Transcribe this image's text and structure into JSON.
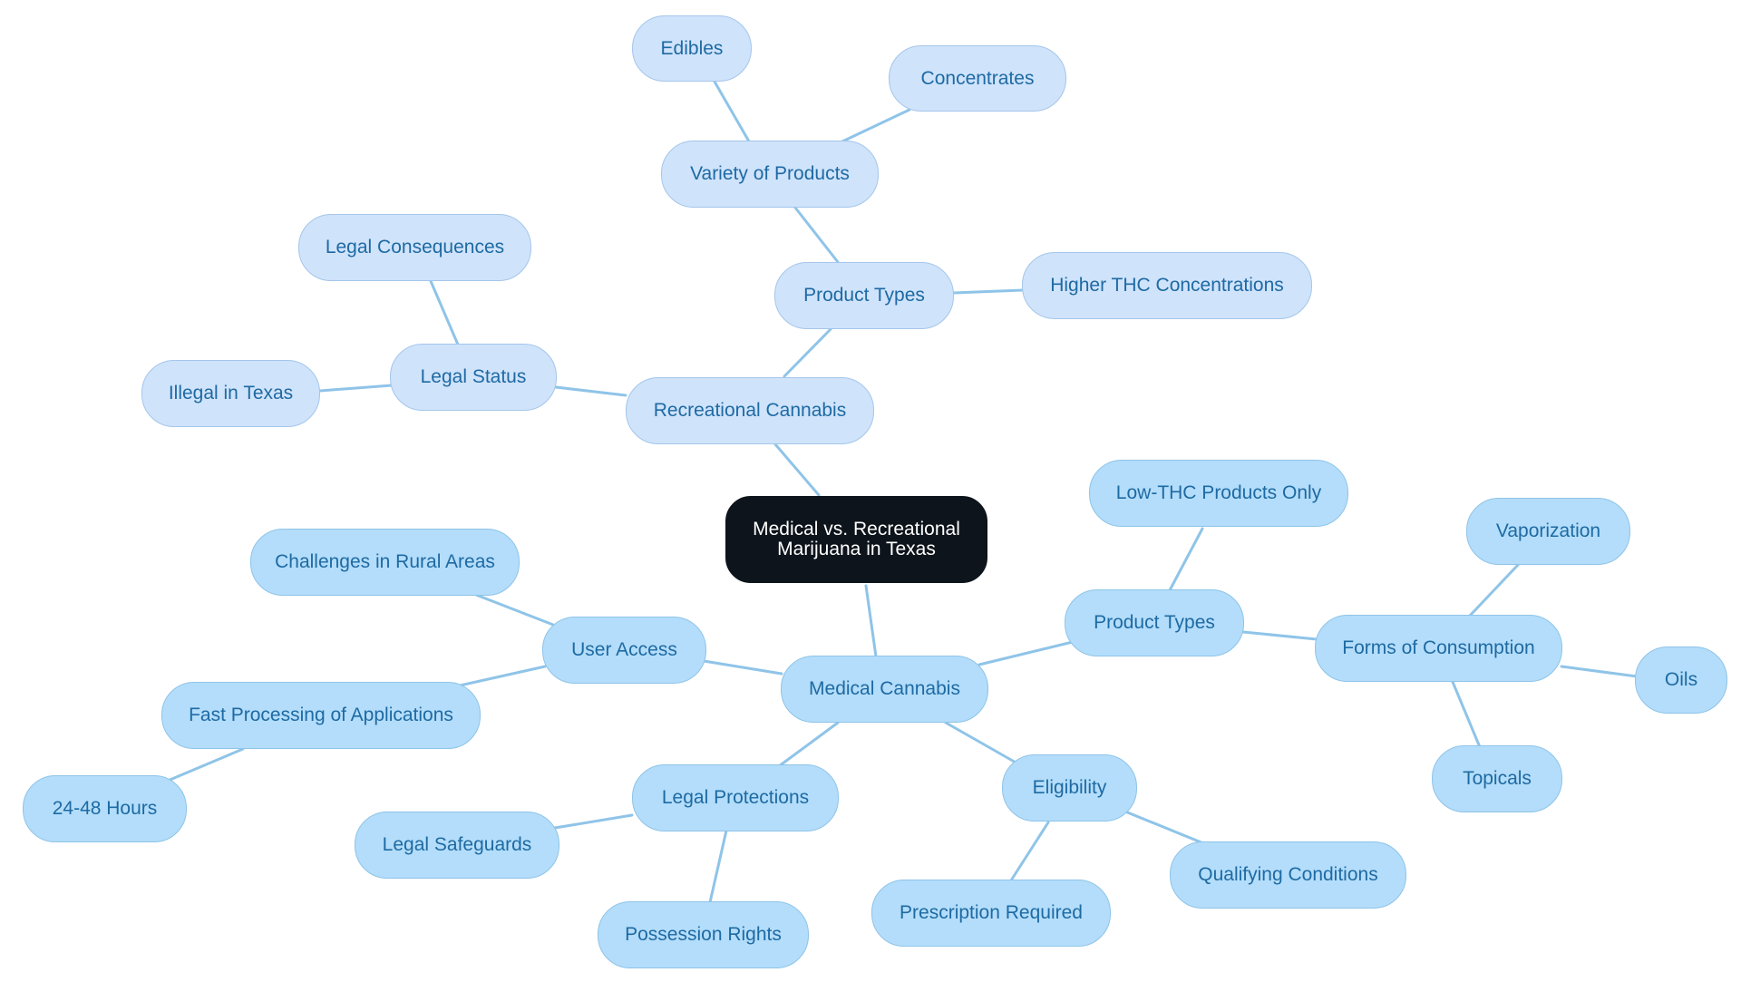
{
  "diagram": {
    "root": "Medical vs. Recreational Marijuana in Texas",
    "recreational": {
      "label": "Recreational Cannabis",
      "product_types": {
        "label": "Product Types",
        "variety": {
          "label": "Variety of Products",
          "items": [
            "Edibles",
            "Concentrates"
          ]
        },
        "higher_thc": "Higher THC Concentrations"
      },
      "legal_status": {
        "label": "Legal Status",
        "consequences": "Legal Consequences",
        "illegal": "Illegal in Texas"
      }
    },
    "medical": {
      "label": "Medical Cannabis",
      "product_types": {
        "label": "Product Types",
        "low_thc": "Low-THC Products Only",
        "forms": {
          "label": "Forms of Consumption",
          "items": [
            "Vaporization",
            "Oils",
            "Topicals"
          ]
        }
      },
      "user_access": {
        "label": "User Access",
        "rural": "Challenges in Rural Areas",
        "fast": {
          "label": "Fast Processing of Applications",
          "hours": "24-48 Hours"
        }
      },
      "legal_protections": {
        "label": "Legal Protections",
        "safeguards": "Legal Safeguards",
        "possession": "Possession Rights"
      },
      "eligibility": {
        "label": "Eligibility",
        "prescription": "Prescription Required",
        "conditions": "Qualifying Conditions"
      }
    }
  },
  "colors": {
    "root_fill": "#0d141b",
    "recreational_fill": "#cfe3fb",
    "medical_fill": "#b3ddfa",
    "text": "#1e6aa3",
    "edge": "#8fc4e8"
  }
}
